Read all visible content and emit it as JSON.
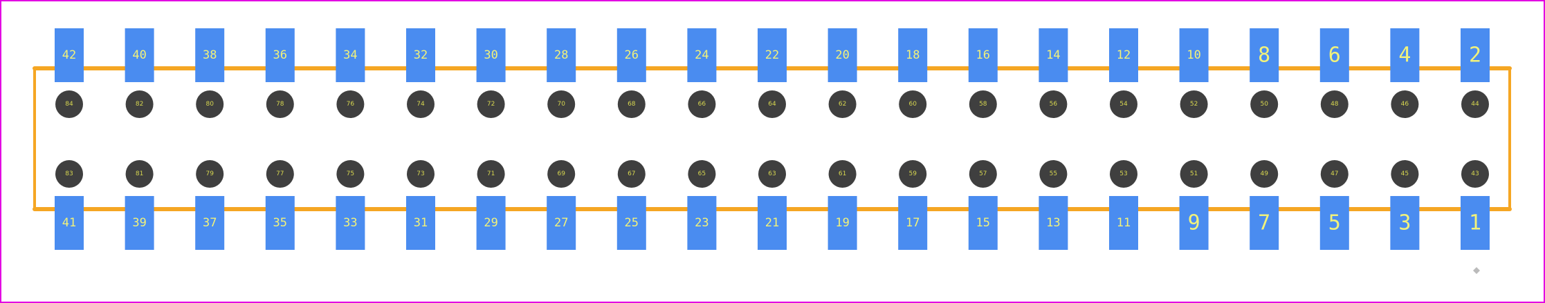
{
  "colors": {
    "background": "#ffffff",
    "border": "#e200e2",
    "silkscreen": "#f5a623",
    "pad": "#4a8cf0",
    "hole": "#3f3f3f",
    "pad_label": "#f2f27a",
    "hole_label": "#d7d750",
    "origin_marker": "#bbbbbb"
  },
  "top_pads": [
    "42",
    "40",
    "38",
    "36",
    "34",
    "32",
    "30",
    "28",
    "26",
    "24",
    "22",
    "20",
    "18",
    "16",
    "14",
    "12",
    "10",
    "8",
    "6",
    "4",
    "2"
  ],
  "bottom_pads": [
    "41",
    "39",
    "37",
    "35",
    "33",
    "31",
    "29",
    "27",
    "25",
    "23",
    "21",
    "19",
    "17",
    "15",
    "13",
    "11",
    "9",
    "7",
    "5",
    "3",
    "1"
  ],
  "upper_holes": [
    "84",
    "82",
    "80",
    "78",
    "76",
    "74",
    "72",
    "70",
    "68",
    "66",
    "64",
    "62",
    "60",
    "58",
    "56",
    "54",
    "52",
    "50",
    "48",
    "46",
    "44"
  ],
  "lower_holes": [
    "83",
    "81",
    "79",
    "77",
    "75",
    "73",
    "71",
    "69",
    "67",
    "65",
    "63",
    "61",
    "59",
    "57",
    "55",
    "53",
    "51",
    "49",
    "47",
    "45",
    "43"
  ]
}
